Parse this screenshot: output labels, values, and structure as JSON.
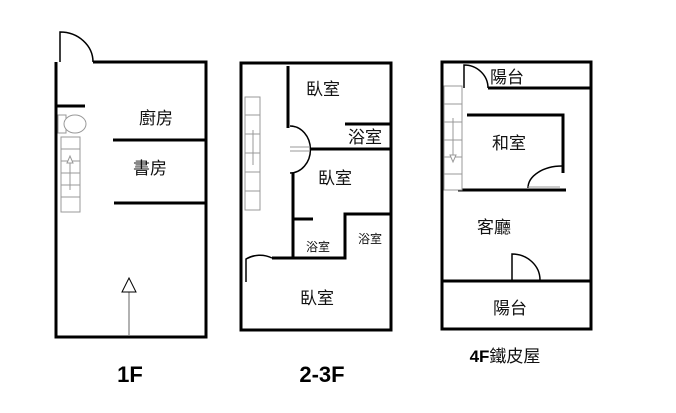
{
  "floors": {
    "f1": {
      "label": "1F",
      "rooms": {
        "kitchen": "廚房",
        "study": "書房"
      }
    },
    "f23": {
      "label": "2-3F",
      "rooms": {
        "bedroom1": "臥室",
        "bath1": "浴室",
        "bedroom2": "臥室",
        "bath2": "浴室",
        "bath3": "浴室",
        "bedroom3": "臥室"
      }
    },
    "f4": {
      "label": "4F",
      "label_suffix": "鐵皮屋",
      "rooms": {
        "balcony_top": "陽台",
        "tatami": "和室",
        "living": "客廳",
        "balcony_bottom": "陽台"
      }
    }
  }
}
